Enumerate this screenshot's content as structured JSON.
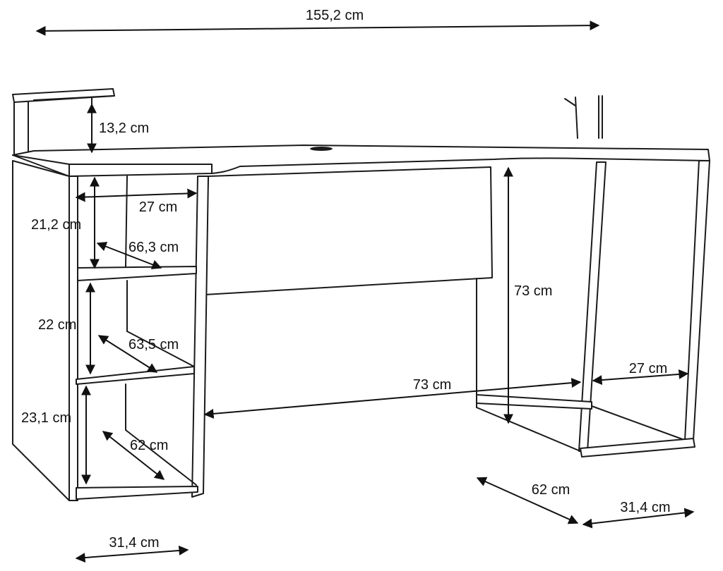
{
  "dimensions": {
    "total_width": "155,2 cm",
    "shelf_height": "13,2 cm",
    "upper_shelf_width": "27 cm",
    "upper_compartment_height": "21,2 cm",
    "upper_shelf_depth": "66,3 cm",
    "middle_compartment_height": "22 cm",
    "middle_shelf_depth": "63,5 cm",
    "lower_compartment_height": "23,1 cm",
    "lower_shelf_depth": "62 cm",
    "desk_height": "73 cm",
    "knee_width": "73 cm",
    "right_leg_width": "27 cm",
    "base_depth": "62 cm",
    "right_base_width": "31,4 cm",
    "left_base_width": "31,4 cm"
  },
  "colors": {
    "line": "#1a1a1a",
    "background": "#ffffff"
  }
}
